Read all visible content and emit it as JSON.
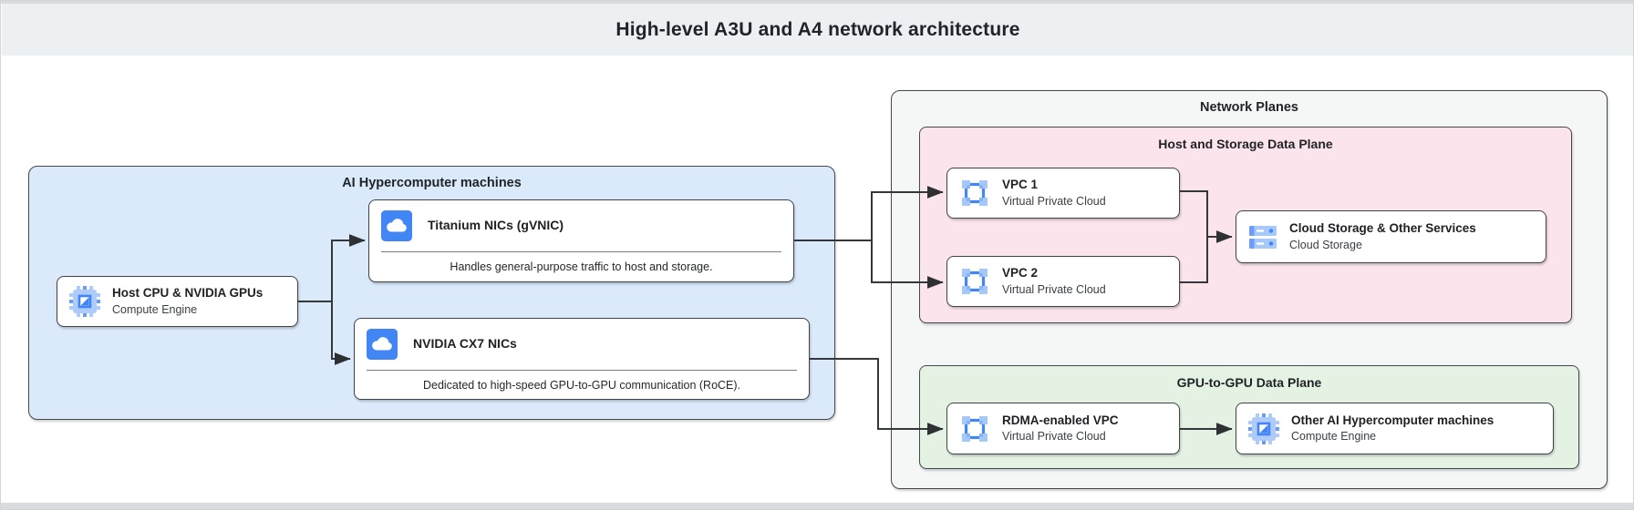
{
  "header": {
    "title": "High-level A3U and A4 network architecture"
  },
  "containers": {
    "ai_machines": {
      "label": "AI Hypercomputer machines"
    },
    "network_planes": {
      "label": "Network Planes"
    },
    "host_storage_plane": {
      "label": "Host and Storage Data Plane"
    },
    "gpu_plane": {
      "label": "GPU-to-GPU Data Plane"
    }
  },
  "nodes": {
    "host_cpu": {
      "title": "Host CPU & NVIDIA GPUs",
      "subtitle": "Compute Engine",
      "icon": "compute-engine-chip-icon"
    },
    "titanium_nic": {
      "title": "Titanium NICs (gVNIC)",
      "description": "Handles general-purpose traffic to host and storage.",
      "icon": "cloud-nic-icon"
    },
    "cx7_nic": {
      "title": "NVIDIA CX7 NICs",
      "description": "Dedicated to high-speed GPU-to-GPU communication (RoCE).",
      "icon": "cloud-nic-icon"
    },
    "vpc1": {
      "title": "VPC 1",
      "subtitle": "Virtual Private Cloud",
      "icon": "vpc-icon"
    },
    "vpc2": {
      "title": "VPC 2",
      "subtitle": "Virtual Private Cloud",
      "icon": "vpc-icon"
    },
    "cloud_storage": {
      "title": "Cloud Storage & Other Services",
      "subtitle": "Cloud Storage",
      "icon": "cloud-storage-icon"
    },
    "rdma_vpc": {
      "title": "RDMA-enabled VPC",
      "subtitle": "Virtual Private Cloud",
      "icon": "vpc-icon"
    },
    "other_ai": {
      "title": "Other AI Hypercomputer machines",
      "subtitle": "Compute Engine",
      "icon": "compute-engine-chip-icon"
    }
  },
  "colors": {
    "google_blue": "#4285f4",
    "light_blue_icon": "#aecbfa",
    "mid_blue_icon": "#669df6",
    "machines_fill": "#dbeafb",
    "network_planes_fill": "#f5f6f6",
    "host_storage_fill": "#fbe4eb",
    "gpu_plane_fill": "#e4f2e3",
    "header_fill": "#edf0f2",
    "wire": "#34383b",
    "border_dark": "#3e4347"
  }
}
